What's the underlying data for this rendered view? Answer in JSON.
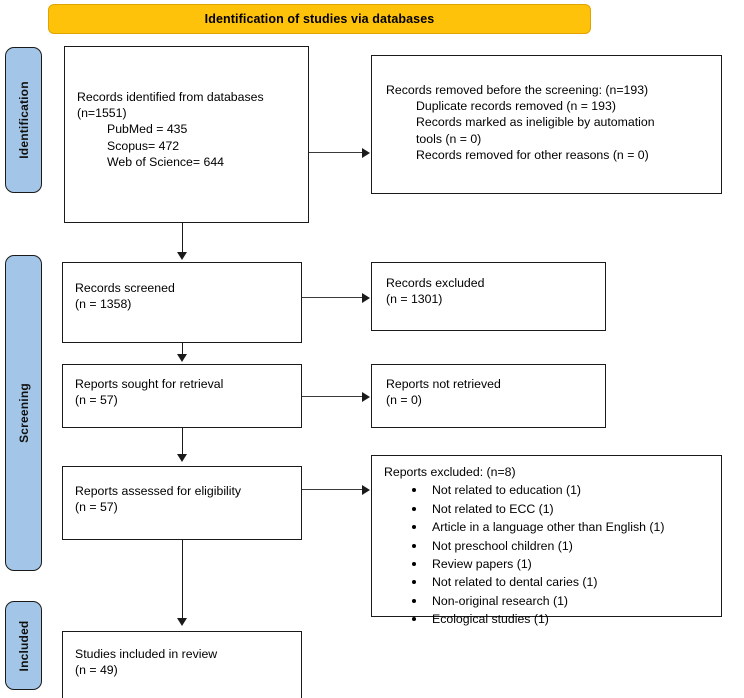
{
  "banner": {
    "title": "Identification of studies via databases",
    "color": "#FFC20A"
  },
  "stages": {
    "color": "#A3C6E8",
    "identification": "Identification",
    "screening": "Screening",
    "included": "Included"
  },
  "boxes": {
    "identified": {
      "line1": "Records identified from databases",
      "line2": "(n=1551)",
      "line3": "PubMed = 435",
      "line4": "Scopus= 472",
      "line5": "Web of Science= 644"
    },
    "removed": {
      "line1": "Records removed before the screening: (n=193)",
      "line2": "Duplicate records removed (n = 193)",
      "line3": "Records marked as ineligible by automation",
      "line4": "tools (n = 0)",
      "line5": "Records removed for other reasons (n = 0)"
    },
    "screened": {
      "line1": "Records screened",
      "line2": "(n = 1358)"
    },
    "excluded": {
      "line1": "Records excluded",
      "line2": "(n = 1301)"
    },
    "sought": {
      "line1": "Reports sought for retrieval",
      "line2": "(n = 57)"
    },
    "not_retrieved": {
      "line1": "Reports not retrieved",
      "line2": "(n = 0)"
    },
    "eligibility": {
      "line1": "Reports assessed for eligibility",
      "line2": "(n = 57)"
    },
    "reports_excluded": {
      "heading": "Reports excluded: (n=8)",
      "reasons": [
        "Not related to education (1)",
        "Not related to ECC (1)",
        "Article in a language other than English (1)",
        "Not preschool children (1)",
        "Review papers (1)",
        "Not related to dental caries (1)",
        "Non-original research (1)",
        "Ecological studies (1)"
      ]
    },
    "included": {
      "line1": "Studies included in review",
      "line2": "(n = 49)"
    }
  }
}
